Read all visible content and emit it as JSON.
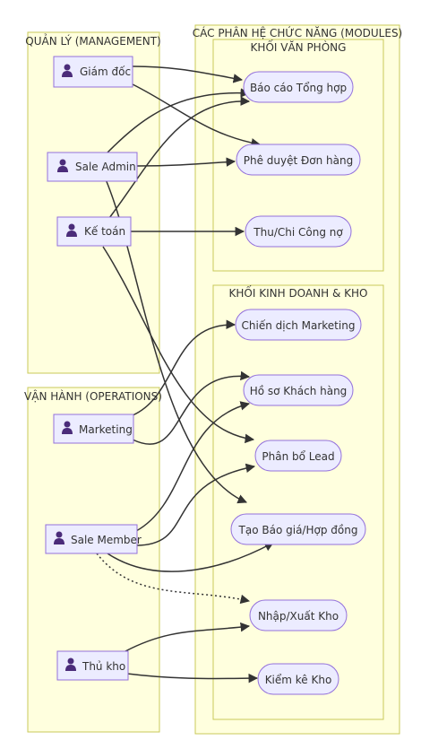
{
  "groups": {
    "management": "QUẢN LÝ (MANAGEMENT)",
    "operations": "VẬN HÀNH (OPERATIONS)",
    "modules": "CÁC PHÂN HỆ CHỨC NĂNG (MODULES)",
    "office": "KHỐI VĂN PHÒNG",
    "business": "KHỐI KINH DOANH & KHO"
  },
  "actors": {
    "director": "Giám đốc",
    "sale_admin": "Sale Admin",
    "accountant": "Kế toán",
    "marketing": "Marketing",
    "sale_member": "Sale Member",
    "warehouse_keeper": "Thủ kho"
  },
  "modules": {
    "summary_report": "Báo cáo Tổng hợp",
    "order_approval": "Phê duyệt Đơn hàng",
    "receivables": "Thu/Chi Công nợ",
    "marketing_campaign": "Chiến dịch Marketing",
    "customer_profile": "Hồ sơ Khách hàng",
    "lead_allocation": "Phân bổ Lead",
    "quote_contract": "Tạo Báo giá/Hợp đồng",
    "stock_in_out": "Nhập/Xuất Kho",
    "stock_check": "Kiểm kê Kho"
  },
  "icons": {
    "actor": "person-icon"
  },
  "colors": {
    "cluster_fill": "#ffffde",
    "cluster_stroke": "#c8c85a",
    "node_fill": "#ececff",
    "node_stroke": "#9370db",
    "edge": "#333333"
  }
}
